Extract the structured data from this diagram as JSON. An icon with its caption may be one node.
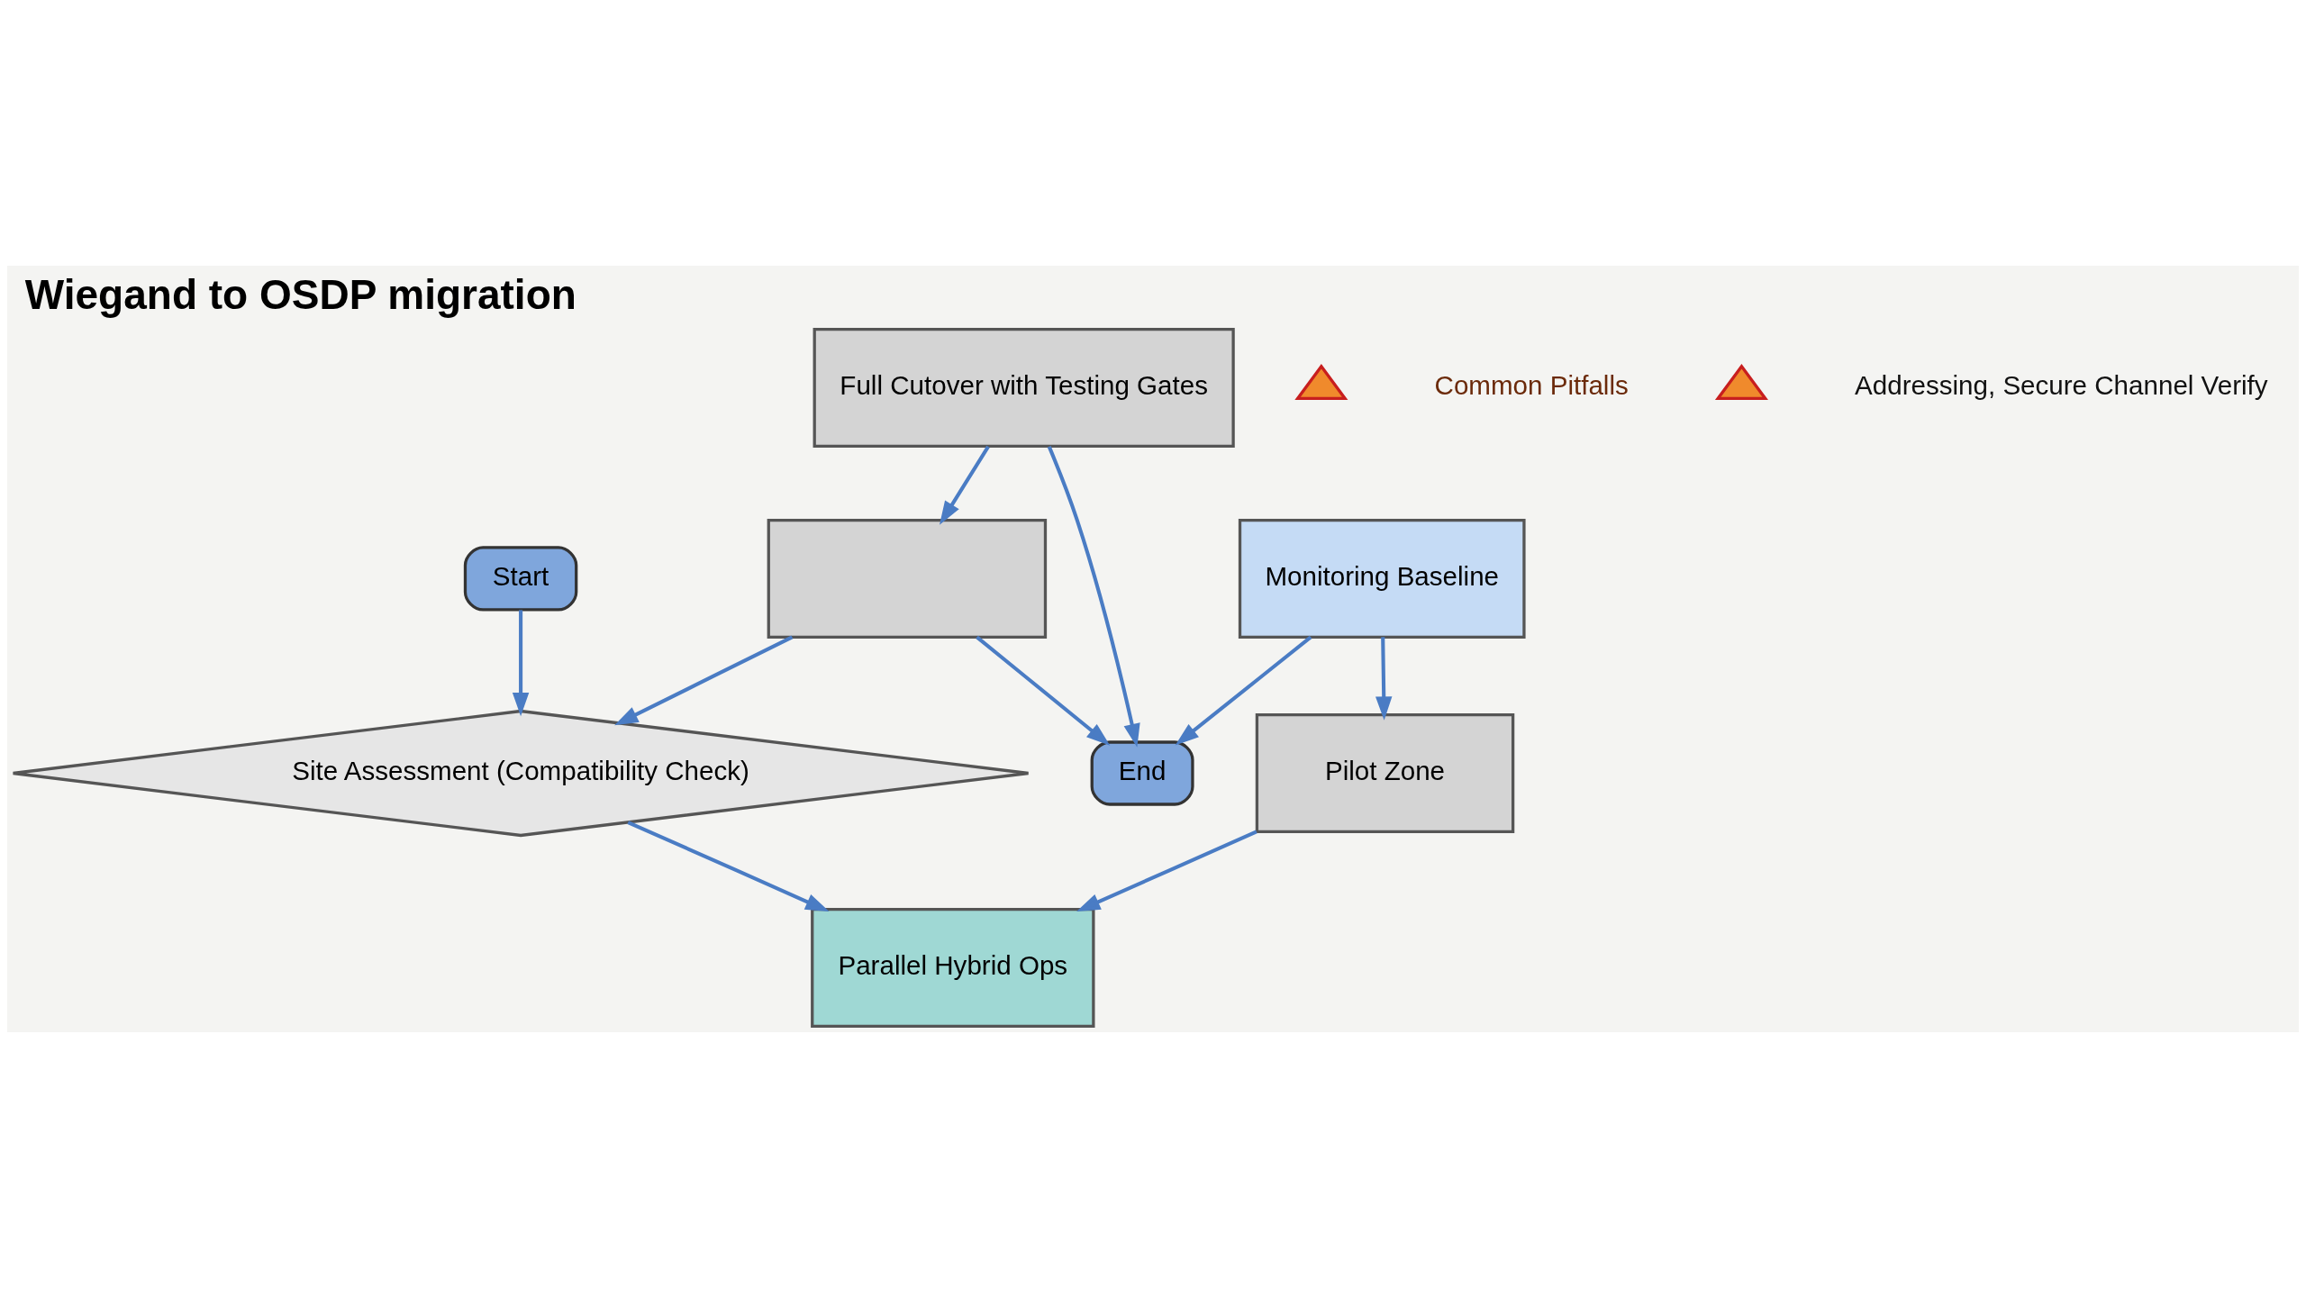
{
  "diagram": {
    "title": "Wiegand to OSDP migration",
    "nodes": [
      {
        "text": [
          "Start"
        ]
      },
      {
        "text": [
          "Site Assessment (Compatibility Check)"
        ]
      },
      {
        "text": [],
        "shape": "box"
      },
      {
        "text": [
          "Pilot Zone"
        ]
      },
      {
        "text": [
          "Parallel Hybrid Ops"
        ]
      },
      {
        "text": [
          "Full Cutover with Testing Gates"
        ]
      },
      {
        "text": [
          "Monitoring Baseline"
        ]
      },
      {
        "text": [
          "End"
        ]
      }
    ],
    "edges": [
      {
        "from": 0,
        "to": 1,
        "arrow": "to"
      },
      {
        "from": 2,
        "to": 1,
        "arrow": "to"
      },
      {
        "from": 1,
        "to": 4,
        "arrow": "to"
      },
      {
        "from": 3,
        "to": 4,
        "arrow": "to"
      },
      {
        "from": 5,
        "to": 2,
        "arrow": "to"
      },
      {
        "from": 2,
        "to": 7,
        "arrow": "to"
      },
      {
        "from": 5,
        "to": 7,
        "arrow": "to"
      },
      {
        "from": 6,
        "to": 3,
        "arrow": "to"
      },
      {
        "from": 6,
        "to": 7,
        "arrow": "to"
      }
    ],
    "labels": [
      "Common Pitfalls",
      "Addressing, Secure Channel Verify"
    ]
  }
}
